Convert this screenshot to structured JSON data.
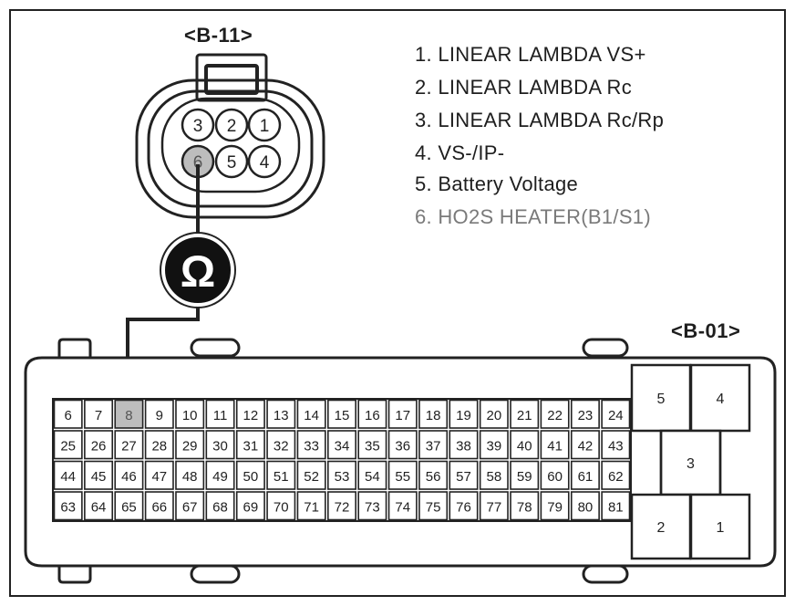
{
  "connector_b11": {
    "name": "<B-11>",
    "pins_top": [
      "3",
      "2",
      "1"
    ],
    "pins_bottom": [
      "6",
      "5",
      "4"
    ],
    "highlighted_pin": "6"
  },
  "meter_symbol": "Ω",
  "legend": [
    "1. LINEAR LAMBDA VS+",
    "2. LINEAR LAMBDA Rc",
    "3. LINEAR LAMBDA Rc/Rp",
    "4. VS-/IP-",
    "5. Battery Voltage",
    "6. HO2S HEATER(B1/S1)"
  ],
  "connector_b01": {
    "name": "<B-01>",
    "rows": [
      [
        "6",
        "7",
        "8",
        "9",
        "10",
        "11",
        "12",
        "13",
        "14",
        "15",
        "16",
        "17",
        "18",
        "19",
        "20",
        "21",
        "22",
        "23",
        "24"
      ],
      [
        "25",
        "26",
        "27",
        "28",
        "29",
        "30",
        "31",
        "32",
        "33",
        "34",
        "35",
        "36",
        "37",
        "38",
        "39",
        "40",
        "41",
        "42",
        "43"
      ],
      [
        "44",
        "45",
        "46",
        "47",
        "48",
        "49",
        "50",
        "51",
        "52",
        "53",
        "54",
        "55",
        "56",
        "57",
        "58",
        "59",
        "60",
        "61",
        "62"
      ],
      [
        "63",
        "64",
        "65",
        "66",
        "67",
        "68",
        "69",
        "70",
        "71",
        "72",
        "73",
        "74",
        "75",
        "76",
        "77",
        "78",
        "79",
        "80",
        "81"
      ]
    ],
    "highlighted_pin": "8",
    "power_pins": [
      "5",
      "4",
      "3",
      "2",
      "1"
    ]
  },
  "colors": {
    "line": "#222222",
    "highlight_fill": "#bdbdbd",
    "highlight_text": "#7a7a7a",
    "meter_fill": "#111111"
  }
}
